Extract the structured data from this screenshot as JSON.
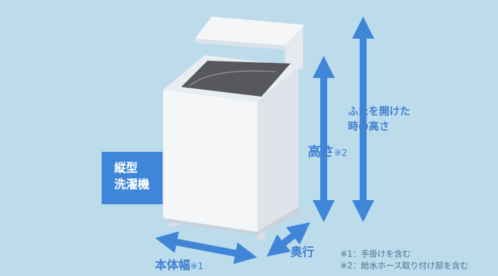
{
  "type_badge": {
    "line1": "縦型",
    "line2": "洗濯機"
  },
  "dimensions": {
    "lid_open_height": {
      "line1": "ふたを開けた",
      "line2": "時の高さ"
    },
    "height": {
      "label": "高さ",
      "note_mark": "※2"
    },
    "width": {
      "label": "本体幅",
      "note_mark": "※1"
    },
    "depth": {
      "label": "奥行"
    }
  },
  "notes": [
    "※1：手掛けを含む",
    "※2：給水ホース取り付け部を含む"
  ],
  "colors": {
    "background": "#bcdcec",
    "arrow": "#3f86d8",
    "badge": "#3f86d8",
    "machine_body": "#f4f6f8",
    "drum_interior": "#55575b"
  }
}
